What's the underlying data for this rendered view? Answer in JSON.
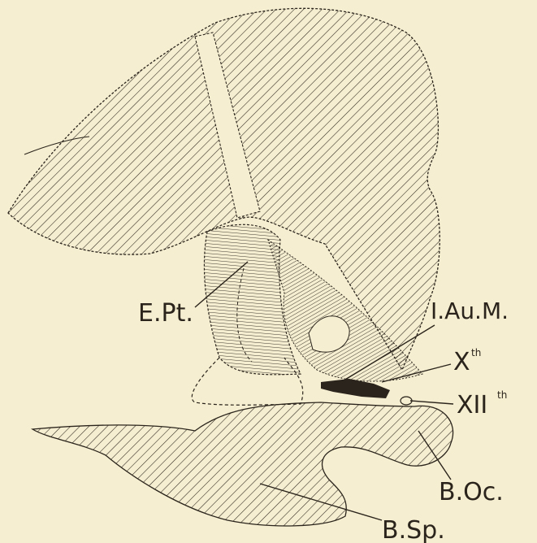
{
  "figure": {
    "background": "#f6eed0",
    "ink": "#2a241c",
    "labels": {
      "ept": "E.Pt.",
      "iaum": "I.Au.M.",
      "x_num": "X",
      "x_sup": "th",
      "xii_num": "XII",
      "xii_sup": "th",
      "boc": "B.Oc.",
      "bsp": "B.Sp."
    }
  }
}
